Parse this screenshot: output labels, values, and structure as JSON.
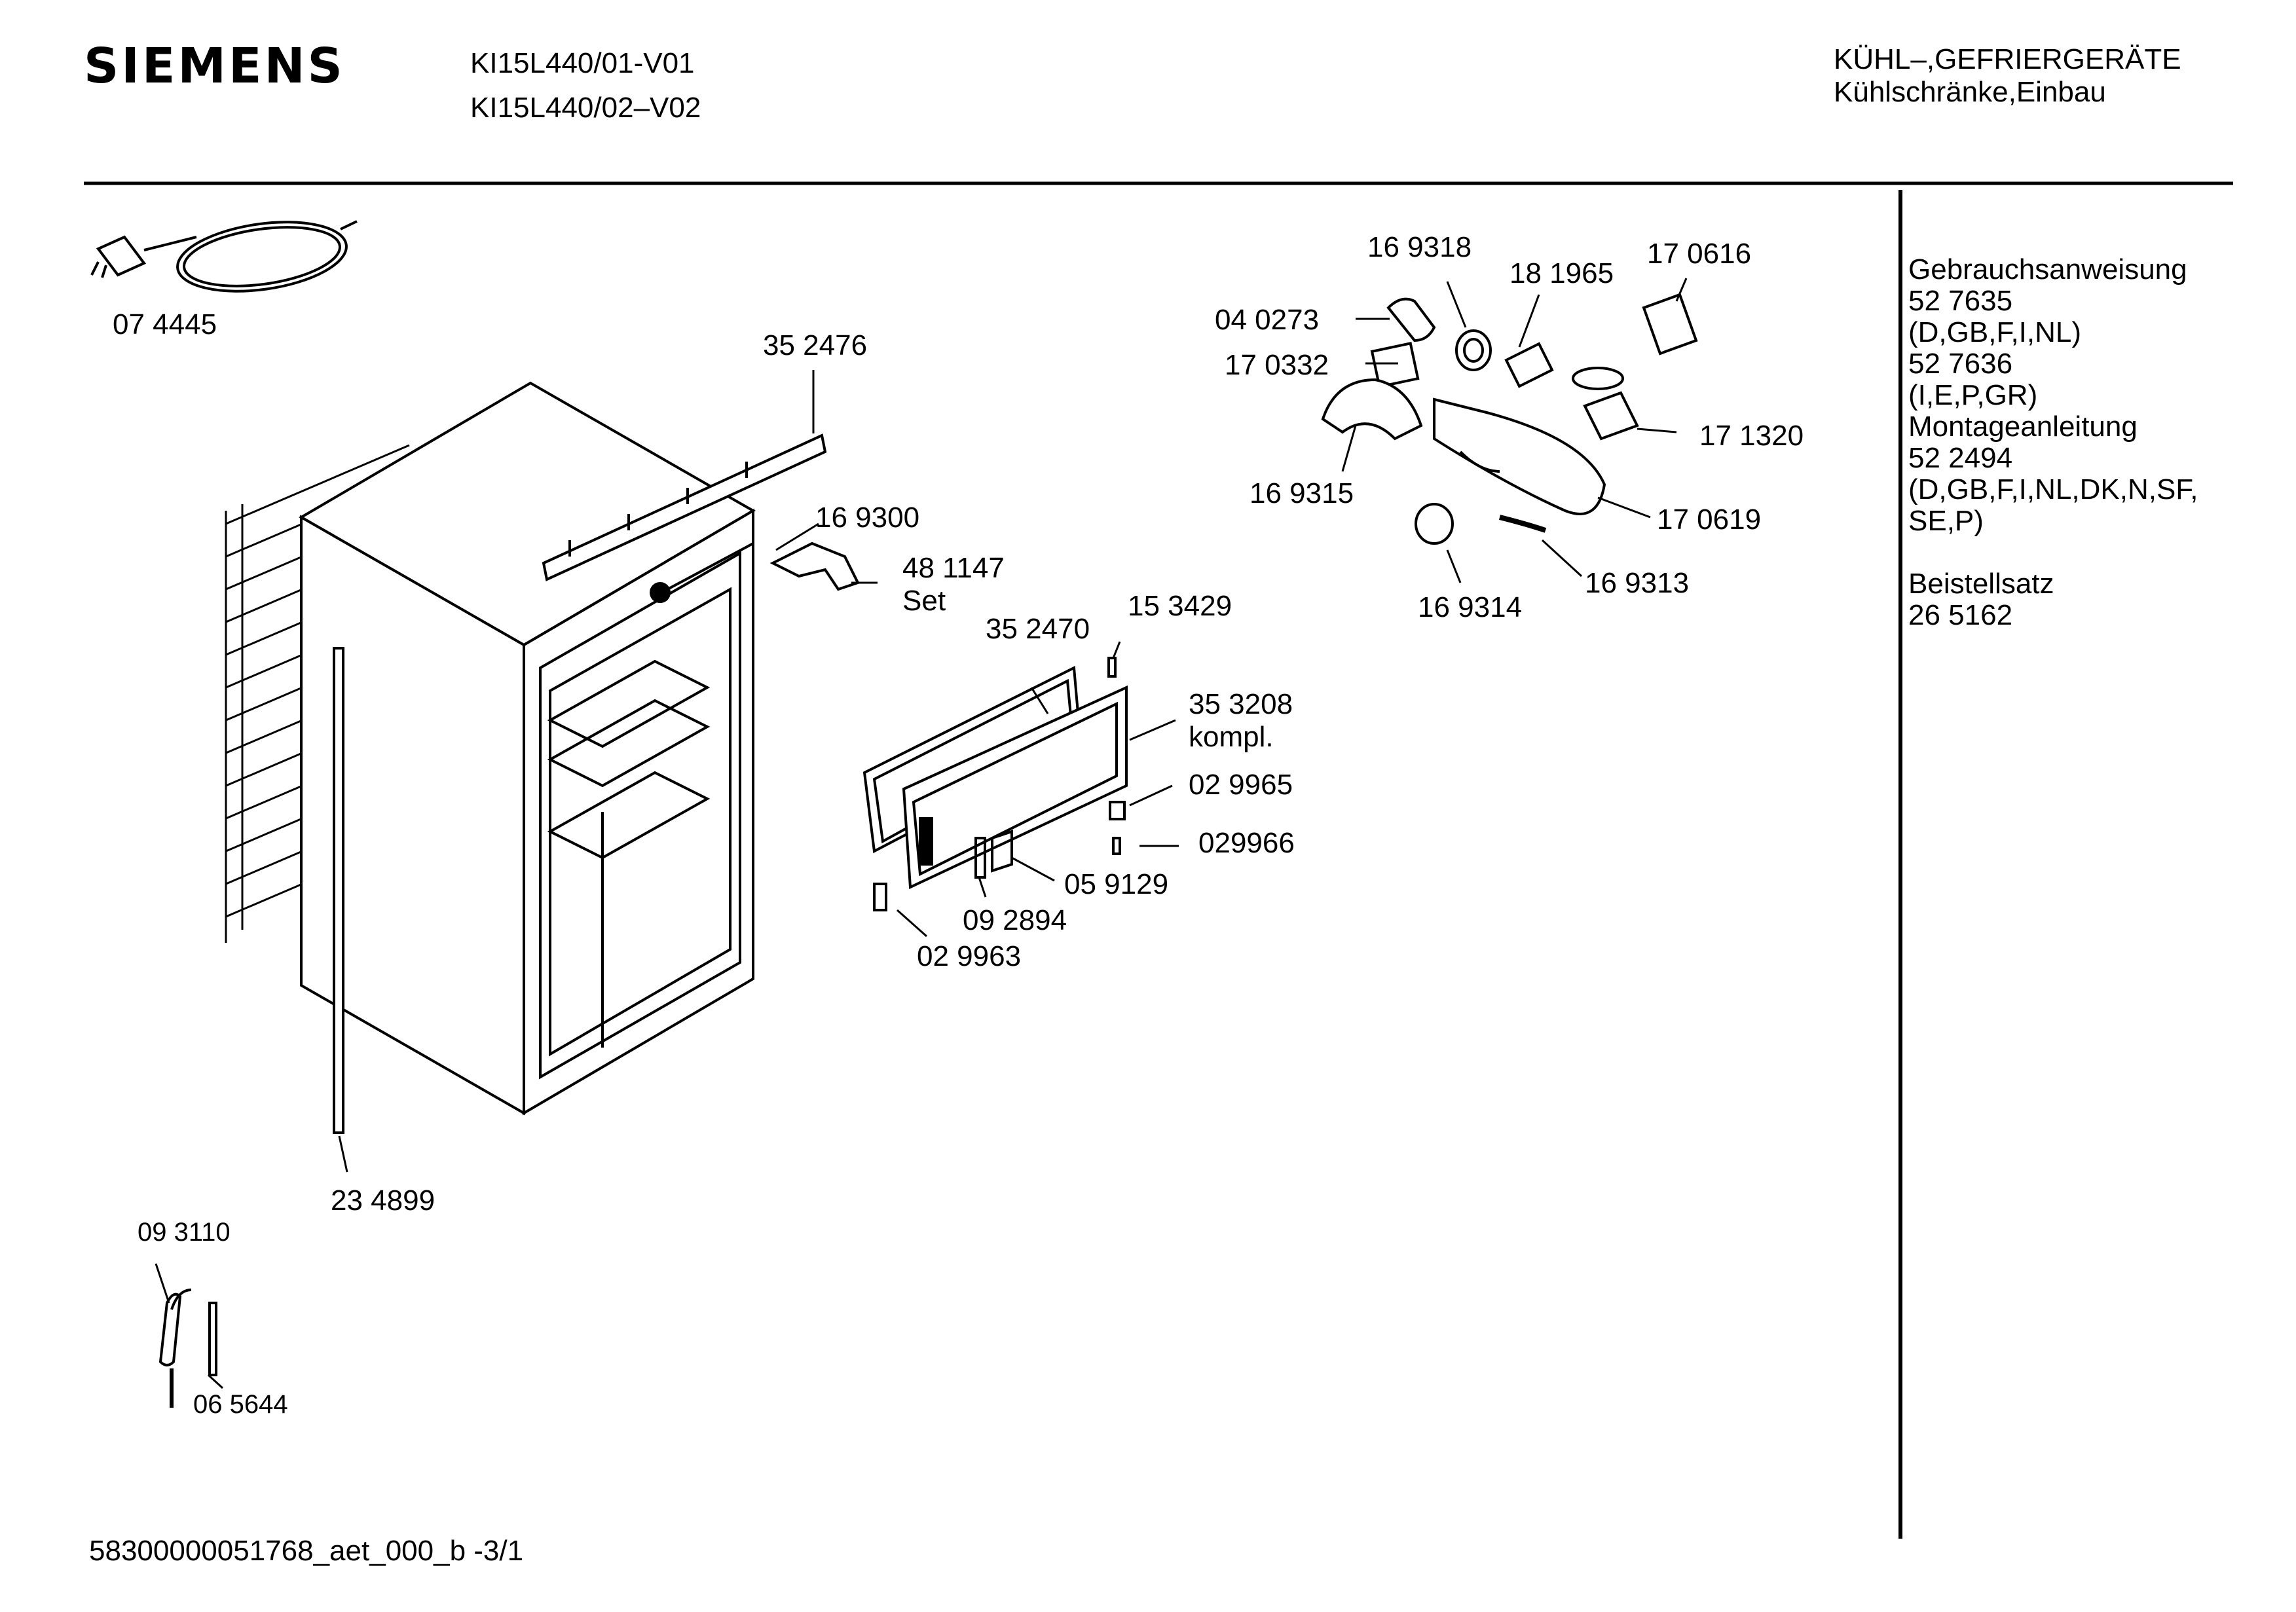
{
  "header": {
    "brand": "SIEMENS",
    "models": [
      "KI15L440/01-V01",
      "KI15L440/02–V02"
    ],
    "category": [
      "KÜHL–,GEFRIERGERÄTE",
      "Kühlschränke,Einbau"
    ]
  },
  "sidebar": {
    "lines": [
      "Gebrauchsanweisung",
      "52 7635",
      "(D,GB,F,I,NL)",
      "52 7636",
      "(I,E,P,GR)",
      "Montageanleitung",
      "52 2494",
      "(D,GB,F,I,NL,DK,N,SF,",
      "SE,P)",
      "",
      "Beistellsatz",
      "26 5162"
    ]
  },
  "parts": [
    {
      "id": "p074445",
      "label": "07 4445"
    },
    {
      "id": "p352476",
      "label": "35 2476"
    },
    {
      "id": "p169300",
      "label": "16 9300"
    },
    {
      "id": "p481147",
      "label": "48 1147"
    },
    {
      "id": "p481147set",
      "label": "Set"
    },
    {
      "id": "p352470",
      "label": "35 2470"
    },
    {
      "id": "p153429",
      "label": "15 3429"
    },
    {
      "id": "p353208",
      "label": "35 3208"
    },
    {
      "id": "p353208k",
      "label": "kompl."
    },
    {
      "id": "p029965",
      "label": "02 9965"
    },
    {
      "id": "p029966",
      "label": "029966"
    },
    {
      "id": "p059129",
      "label": "05 9129"
    },
    {
      "id": "p092894",
      "label": "09 2894"
    },
    {
      "id": "p029963",
      "label": "02 9963"
    },
    {
      "id": "p234899",
      "label": "23 4899"
    },
    {
      "id": "p093110",
      "label": "09 3110"
    },
    {
      "id": "p065644",
      "label": "06 5644"
    },
    {
      "id": "p169318",
      "label": "16 9318"
    },
    {
      "id": "p181965",
      "label": "18 1965"
    },
    {
      "id": "p170616",
      "label": "17 0616"
    },
    {
      "id": "p040273",
      "label": "04 0273"
    },
    {
      "id": "p170332",
      "label": "17 0332"
    },
    {
      "id": "p171320",
      "label": "17 1320"
    },
    {
      "id": "p169315",
      "label": "16 9315"
    },
    {
      "id": "p170619",
      "label": "17 0619"
    },
    {
      "id": "p169313",
      "label": "16 9313"
    },
    {
      "id": "p169314",
      "label": "16 9314"
    }
  ],
  "footer": {
    "doc_id": "58300000051768_aet_000_b  -3/1"
  }
}
